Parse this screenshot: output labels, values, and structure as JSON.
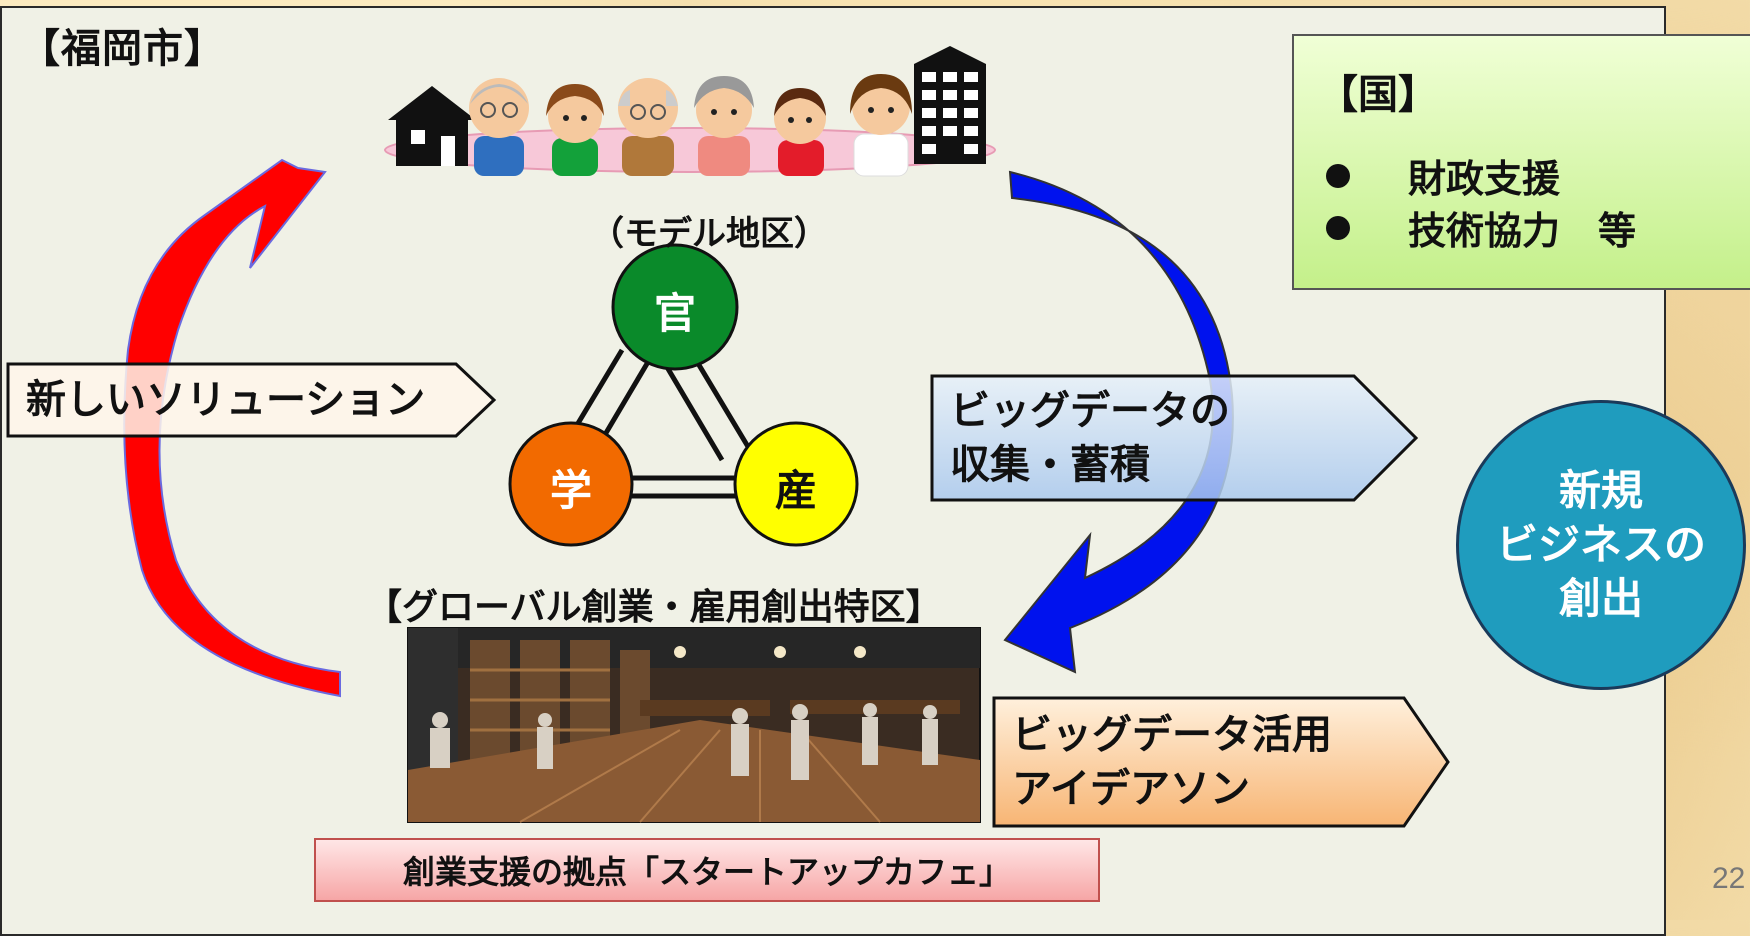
{
  "city_label": "【福岡市】",
  "national": {
    "title": "【国】",
    "items": [
      "財政支援",
      "技術協力　等"
    ]
  },
  "model_district_label": "（モデル地区）",
  "triangle_nodes": {
    "government": "官",
    "academia": "学",
    "industry": "産"
  },
  "new_solution_label": "新しいソリューション",
  "bigdata_collection": [
    "ビッグデータの",
    "収集・蓄積"
  ],
  "special_zone_label": "【グローバル創業・雇用創出特区】",
  "bigdata_ideathon": [
    "ビッグデータ活用",
    "アイデアソン"
  ],
  "startup_cafe_caption": "創業支援の拠点「スタートアップカフェ」",
  "new_business": [
    "新規",
    "ビジネスの",
    "創出"
  ],
  "page_number": "22",
  "colors": {
    "left_arrow": "#ff0000",
    "right_arrow": "#0000ff",
    "government_node": "#0a8a2a",
    "academia_node": "#f26a00",
    "industry_node": "#ffff00",
    "new_business_circle": "#1f9cbe",
    "national_box": "#c4f08a"
  }
}
